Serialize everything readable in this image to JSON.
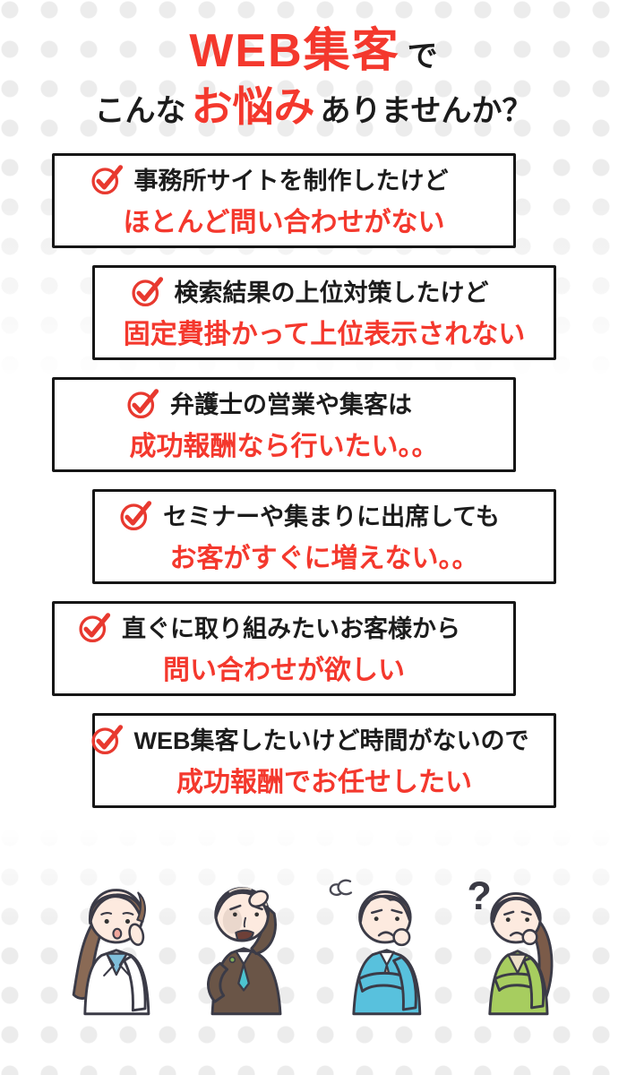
{
  "header": {
    "line1_accent": "WEB集客",
    "line1_rest": "で",
    "line2_pre": "こんな",
    "line2_accent": "お悩み",
    "line2_post": "ありませんか？"
  },
  "worries": {
    "items": [
      {
        "line1": "事務所サイトを制作したけど",
        "line2": "ほとんど問い合わせがない"
      },
      {
        "line1": "検索結果の上位対策したけど",
        "line2": "固定費掛かって上位表示されない"
      },
      {
        "line1": "弁護士の営業や集客は",
        "line2": "成功報酬なら行いたい。。"
      },
      {
        "line1": "セミナーや集まりに出席しても",
        "line2": "お客がすぐに増えない。。"
      },
      {
        "line1": "直ぐに取り組みたいお客様から",
        "line2": "問い合わせが欲しい"
      },
      {
        "line1": "WEB集客したいけど時間がないので",
        "line2": "成功報酬でお任せしたい"
      }
    ]
  },
  "people": {
    "question_mark": "?",
    "figures": [
      {
        "icon": "worried-woman-white-blazer-icon"
      },
      {
        "icon": "distressed-older-man-brown-suit-icon"
      },
      {
        "icon": "confused-man-blue-suit-icon",
        "mark": "scribble"
      },
      {
        "icon": "questioning-woman-green-jacket-icon",
        "mark": "?"
      }
    ]
  },
  "icons": {
    "check": "check-circle"
  },
  "colors": {
    "accent_red": "#f4382d",
    "check_red": "#e8392f",
    "text_black": "#1c1c1c",
    "box_border": "#161616",
    "dot_gray": "#ececec",
    "suit_brown": "#6a5547",
    "suit_cyan": "#58c1dd",
    "jacket_green": "#a7cd5f",
    "tie_teal": "#4cc3d0",
    "tie_tan": "#c9a88b",
    "inner_blue": "#7fbeda"
  }
}
